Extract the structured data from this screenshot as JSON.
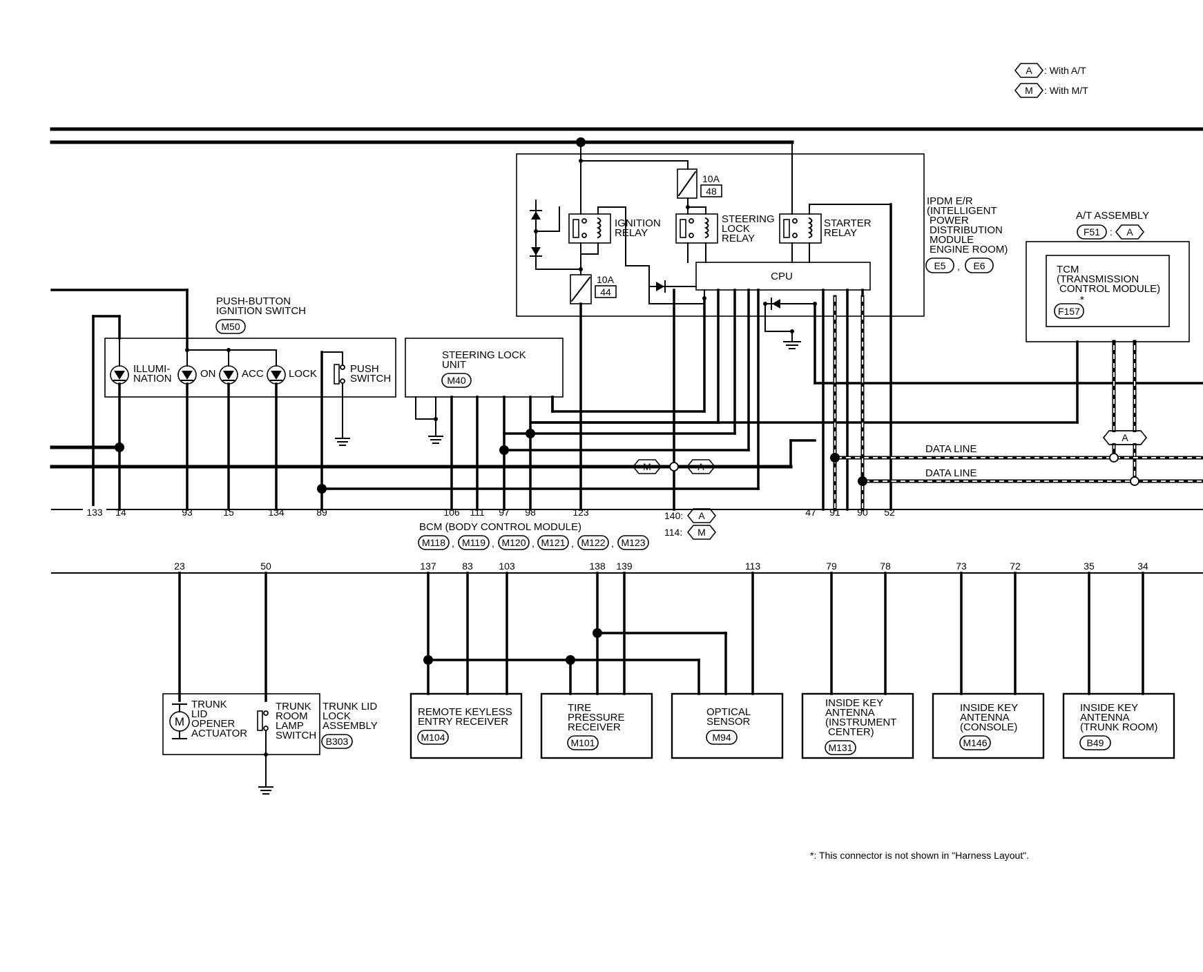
{
  "legend": {
    "at_code": "A",
    "at_label": ": With A/T",
    "mt_code": "M",
    "mt_label": ": With M/T"
  },
  "components": {
    "ipdm": {
      "lines": [
        "IPDM E/R",
        "(INTELLIGENT",
        "POWER",
        "DISTRIBUTION",
        "MODULE",
        "ENGINE ROOM)"
      ],
      "connectors": [
        "E5",
        "E6"
      ],
      "sep": ","
    },
    "ignition_relay": [
      "IGNITION",
      "RELAY"
    ],
    "steering_lock_relay": [
      "STEERING",
      "LOCK",
      "RELAY"
    ],
    "starter_relay": [
      "STARTER",
      "RELAY"
    ],
    "cpu": "CPU",
    "fuse_48": {
      "amps": "10A",
      "num": "48"
    },
    "fuse_44": {
      "amps": "10A",
      "num": "44"
    },
    "at_assembly": {
      "title": "A/T ASSEMBLY",
      "connector": "F51",
      "sep": ":",
      "code": "A"
    },
    "tcm": {
      "lines": [
        "TCM",
        "(TRANSMISSION",
        "CONTROL MODULE)"
      ],
      "star": "*",
      "connector": "F157"
    },
    "push_button_switch": {
      "lines": [
        "PUSH-BUTTON",
        "IGNITION SWITCH"
      ],
      "connector": "M50"
    },
    "switch_labels": {
      "illum": [
        "ILLUMI-",
        "NATION"
      ],
      "on": "ON",
      "acc": "ACC",
      "lock": "LOCK",
      "push": [
        "PUSH",
        "SWITCH"
      ]
    },
    "steering_lock_unit": {
      "lines": [
        "STEERING LOCK",
        "UNIT"
      ],
      "connector": "M40"
    },
    "bcm": {
      "title": "BCM (BODY CONTROL MODULE)",
      "connectors": [
        "M118",
        "M119",
        "M120",
        "M121",
        "M122",
        "M123"
      ],
      "sep": ","
    },
    "data_line_1": "DATA LINE",
    "data_line_2": "DATA LINE",
    "variant_140": {
      "pin": "140:",
      "code": "A"
    },
    "variant_114": {
      "pin": "114:",
      "code": "M"
    },
    "inline_m": "M",
    "inline_a": "A",
    "inline_a_right": "A",
    "trunk_actuator": [
      "TRUNK",
      "LID",
      "OPENER",
      "ACTUATOR"
    ],
    "motor_symbol": "M",
    "trunk_room_lamp": [
      "TRUNK",
      "ROOM",
      "LAMP",
      "SWITCH"
    ],
    "trunk_lid_assembly": {
      "lines": [
        "TRUNK LID",
        "LOCK",
        "ASSEMBLY"
      ],
      "connector": "B303"
    },
    "remote_keyless": {
      "lines": [
        "REMOTE KEYLESS",
        "ENTRY RECEIVER"
      ],
      "connector": "M104"
    },
    "tire_pressure": {
      "lines": [
        "TIRE",
        "PRESSURE",
        "RECEIVER"
      ],
      "connector": "M101"
    },
    "optical_sensor": {
      "lines": [
        "OPTICAL",
        "SENSOR"
      ],
      "connector": "M94"
    },
    "antenna_instrument": {
      "lines": [
        "INSIDE KEY",
        "ANTENNA",
        "(INSTRUMENT",
        "CENTER)"
      ],
      "connector": "M131"
    },
    "antenna_console": {
      "lines": [
        "INSIDE KEY",
        "ANTENNA",
        "(CONSOLE)"
      ],
      "connector": "M146"
    },
    "antenna_trunk": {
      "lines": [
        "INSIDE KEY",
        "ANTENNA",
        "(TRUNK ROOM)"
      ],
      "connector": "B49"
    }
  },
  "bcm_pins_upper": [
    "133",
    "14",
    "93",
    "15",
    "134",
    "89",
    "106",
    "111",
    "97",
    "98",
    "123",
    "47",
    "91",
    "90",
    "52"
  ],
  "bcm_pins_lower": [
    "23",
    "50",
    "137",
    "83",
    "103",
    "138",
    "139",
    "113",
    "79",
    "78",
    "73",
    "72",
    "35",
    "34"
  ],
  "footnote": "*: This connector is not shown in \"Harness Layout\"."
}
